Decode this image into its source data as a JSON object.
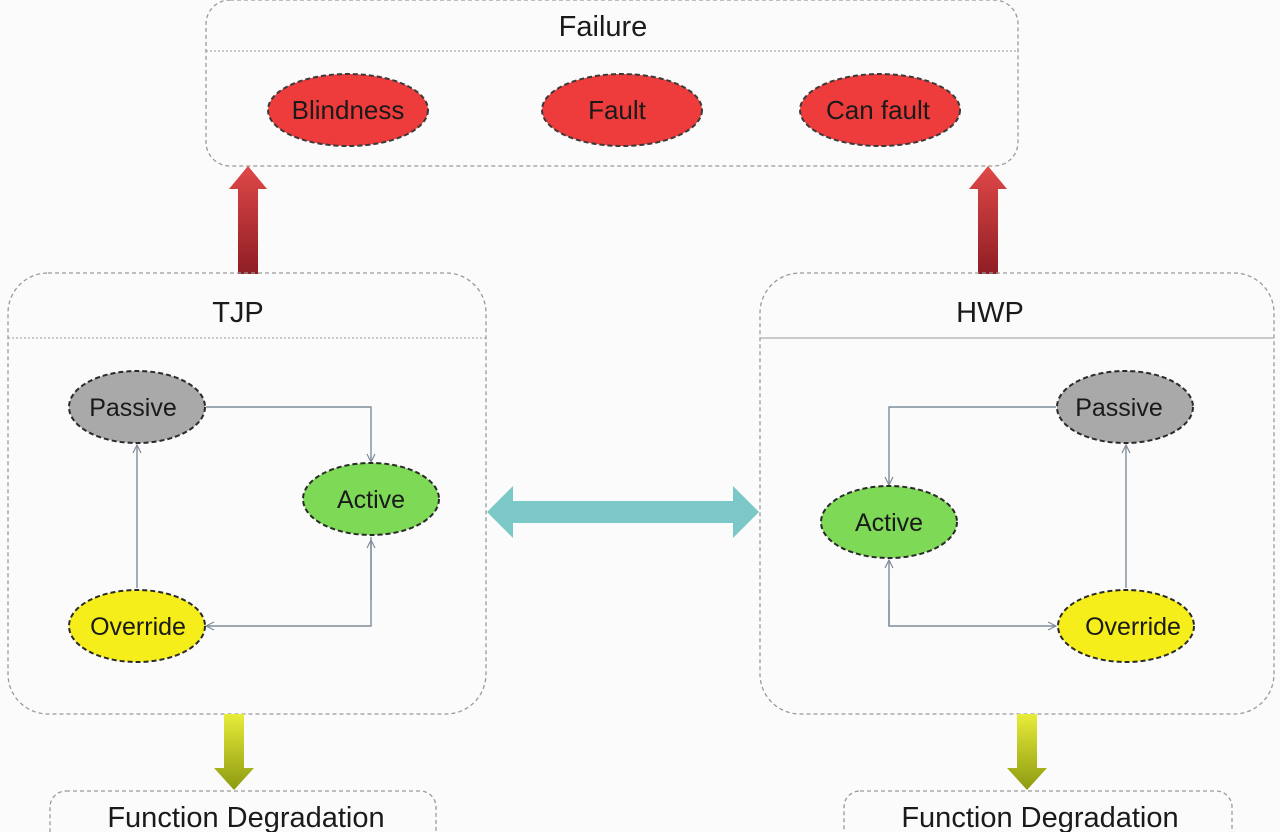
{
  "failure": {
    "title": "Failure",
    "states": [
      {
        "label": "Blindness"
      },
      {
        "label": "Fault"
      },
      {
        "label": "Can fault"
      }
    ]
  },
  "tjp": {
    "title": "TJP",
    "passive": "Passive",
    "active": "Active",
    "override": "Override"
  },
  "hwp": {
    "title": "HWP",
    "passive": "Passive",
    "active": "Active",
    "override": "Override"
  },
  "degradation": {
    "left_label": "Function Degradation",
    "right_label": "Function Degradation"
  },
  "colors": {
    "failure_state": "#ee3c3c",
    "passive_state": "#a9a9a9",
    "active_state": "#7ed957",
    "override_state": "#f5ee1a",
    "failure_arrow": "#c0282e",
    "degradation_arrow": "#c8c81a",
    "link_arrow": "#7cc8c8"
  }
}
